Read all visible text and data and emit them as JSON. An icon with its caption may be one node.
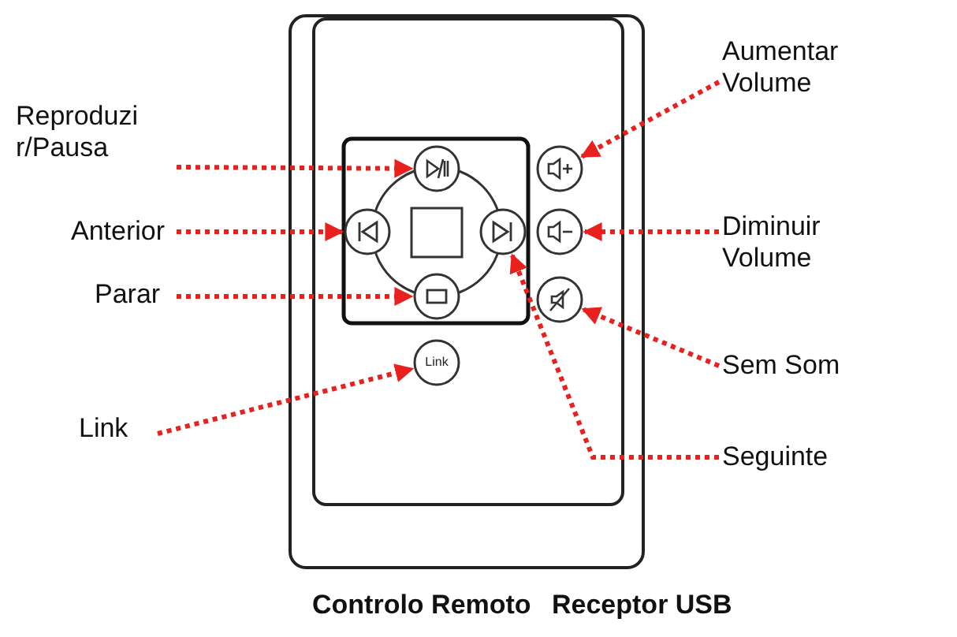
{
  "diagram": {
    "nodes": [
      {
        "text": [
          "Reproduzi r/Pausa"
        ]
      },
      {
        "text": [
          "Anterior"
        ]
      },
      {
        "text": [
          "Parar"
        ]
      },
      {
        "text": [
          "Link"
        ]
      },
      {
        "text": [
          "Aumentar Volume"
        ]
      },
      {
        "text": [
          "Diminuir Volume"
        ]
      },
      {
        "text": [
          "Sem Som"
        ]
      },
      {
        "text": [
          "Seguinte"
        ]
      },
      {
        "text": [],
        "shape": "circle"
      },
      {
        "text": [],
        "shape": "circle"
      },
      {
        "text": [],
        "shape": "circle"
      },
      {
        "text": [],
        "shape": "circle"
      },
      {
        "text": [
          "Link"
        ]
      },
      {
        "text": [],
        "shape": "circle"
      },
      {
        "text": [],
        "shape": "circle"
      },
      {
        "text": [],
        "shape": "circle"
      }
    ],
    "edges": [
      {
        "from": 0,
        "to": 8,
        "arrow": "to"
      },
      {
        "from": 1,
        "to": 9,
        "arrow": "to"
      },
      {
        "from": 2,
        "to": 11,
        "arrow": "to"
      },
      {
        "from": 3,
        "to": 12,
        "arrow": "to"
      },
      {
        "from": 4,
        "to": 13,
        "arrow": "to"
      },
      {
        "from": 5,
        "to": 14,
        "arrow": "to"
      },
      {
        "from": 6,
        "to": 15,
        "arrow": "to"
      },
      {
        "from": 7,
        "to": 10,
        "arrow": "to"
      }
    ],
    "labels": [
      "Controlo Remoto",
      "Receptor USB"
    ]
  }
}
